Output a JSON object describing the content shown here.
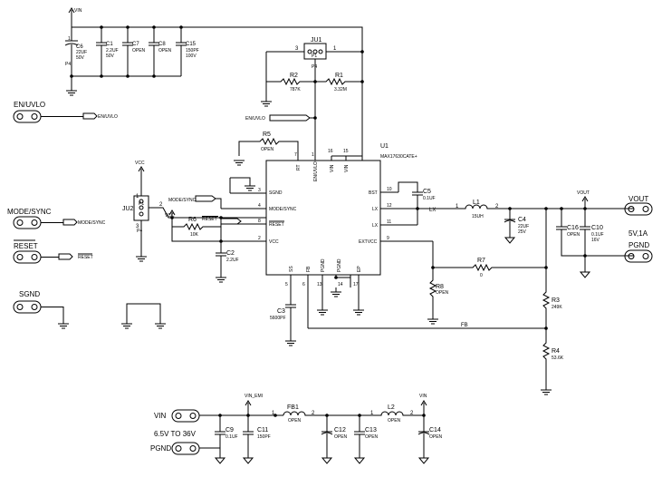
{
  "rails": {
    "vin": "VIN",
    "vcc": "VCC",
    "vout": "VOUT",
    "vin_emi": "VIN_EMI"
  },
  "connectors": {
    "en_uvlo": "EN/UVLO",
    "mode_sync": "MODE/SYNC",
    "reset": "RESET",
    "sgnd": "SGND",
    "vin": "VIN",
    "pgnd_in": "PGND",
    "vout": "VOUT",
    "pgnd_out": "PGND"
  },
  "net_labels": {
    "en_uvlo": "EN/UVLO",
    "en_uvlo_jp": "EN/UVLO",
    "mode_sync_conn": "MODE/SYNC",
    "mode_sync_jp": "MODE/SYNC",
    "reset_conn": "RESET",
    "reset_jp": "RESET",
    "lx": "LX",
    "fb": "FB"
  },
  "input_range": "6.5V TO 36V",
  "output_rating": "5V,1A",
  "ic": {
    "ref": "U1",
    "part": "MAX17630CATE+",
    "pins_top": [
      {
        "num": "7",
        "name": "RT"
      },
      {
        "num": "1",
        "name": "EN/UVLO"
      },
      {
        "num": "16",
        "name": "VIN"
      },
      {
        "num": "15",
        "name": "VIN"
      }
    ],
    "pins_left": [
      {
        "num": "3",
        "name": "SGND"
      },
      {
        "num": "4",
        "name": "MODE/SYNC"
      },
      {
        "num": "8",
        "name": "RESET"
      },
      {
        "num": "2",
        "name": "VCC"
      }
    ],
    "pins_right": [
      {
        "num": "10",
        "name": "BST"
      },
      {
        "num": "12",
        "name": "LX"
      },
      {
        "num": "11",
        "name": "LX"
      },
      {
        "num": "9",
        "name": "EXTVCC"
      }
    ],
    "pins_bottom": [
      {
        "num": "5",
        "name": "SS"
      },
      {
        "num": "6",
        "name": "FB"
      },
      {
        "num": "13",
        "name": "PGND"
      },
      {
        "num": "14",
        "name": "PGND"
      },
      {
        "num": "17",
        "name": "EP"
      }
    ]
  },
  "jumpers": {
    "ju1": {
      "ref": "JU1",
      "pins": [
        "3",
        "2",
        "1"
      ],
      "pin_labels": [
        "P1",
        "P4"
      ]
    },
    "ju2": {
      "ref": "JU2",
      "pins": [
        "1",
        "2",
        "3"
      ],
      "pin_labels": [
        "P1",
        "P4"
      ]
    }
  },
  "components": {
    "c6": {
      "ref": "C6",
      "value": "22UF",
      "rating": "50V",
      "pins": [
        "1",
        "P4"
      ]
    },
    "c1": {
      "ref": "C1",
      "value": "2.2UF",
      "rating": "50V"
    },
    "c7": {
      "ref": "C7",
      "value": "OPEN"
    },
    "c8": {
      "ref": "C8",
      "value": "OPEN"
    },
    "c15": {
      "ref": "C15",
      "value": "150PF",
      "rating": "100V"
    },
    "r2": {
      "ref": "R2",
      "value": "787K"
    },
    "r1": {
      "ref": "R1",
      "value": "3.32M"
    },
    "r5": {
      "ref": "R5",
      "value": "OPEN"
    },
    "r6": {
      "ref": "R6",
      "value": "10K"
    },
    "c2": {
      "ref": "C2",
      "value": "2.2UF"
    },
    "c3": {
      "ref": "C3",
      "value": "5600PF"
    },
    "c5": {
      "ref": "C5",
      "value": "0.1UF"
    },
    "l1": {
      "ref": "L1",
      "value": "15UH",
      "pins": [
        "1",
        "2"
      ]
    },
    "c4": {
      "ref": "C4",
      "value": "22UF",
      "rating": "25V"
    },
    "c16": {
      "ref": "C16",
      "value": "OPEN"
    },
    "c10": {
      "ref": "C10",
      "value": "0.1UF",
      "rating": "16V"
    },
    "r7": {
      "ref": "R7",
      "value": "0"
    },
    "r8": {
      "ref": "R8",
      "value": "OPEN"
    },
    "r3": {
      "ref": "R3",
      "value": "249K"
    },
    "r4": {
      "ref": "R4",
      "value": "53.6K"
    },
    "c9": {
      "ref": "C9",
      "value": "0.1UF"
    },
    "c11": {
      "ref": "C11",
      "value": "150PF"
    },
    "fb1": {
      "ref": "FB1",
      "value": "OPEN",
      "pins": [
        "1",
        "2"
      ]
    },
    "c12": {
      "ref": "C12",
      "value": "OPEN"
    },
    "c13": {
      "ref": "C13",
      "value": "OPEN"
    },
    "l2": {
      "ref": "L2",
      "value": "OPEN",
      "pins": [
        "1",
        "2"
      ]
    },
    "c14": {
      "ref": "C14",
      "value": "OPEN"
    }
  }
}
